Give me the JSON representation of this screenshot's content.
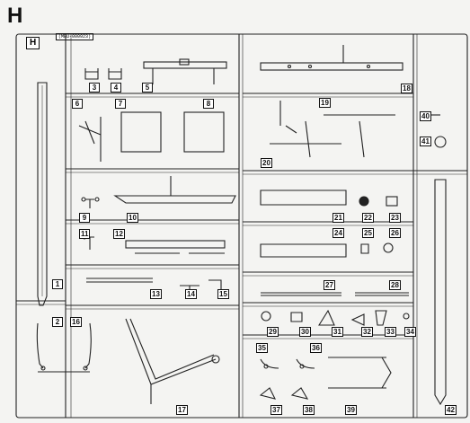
{
  "sheet": {
    "letter": "H",
    "frame_tag": "H",
    "code": "(MBU-000923)"
  },
  "parts": [
    "1",
    "2",
    "3",
    "4",
    "5",
    "6",
    "7",
    "8",
    "9",
    "10",
    "11",
    "12",
    "13",
    "14",
    "15",
    "16",
    "17",
    "18",
    "19",
    "20",
    "21",
    "22",
    "23",
    "24",
    "25",
    "26",
    "27",
    "28",
    "29",
    "30",
    "31",
    "32",
    "33",
    "34",
    "35",
    "36",
    "37",
    "38",
    "39",
    "40",
    "41",
    "42"
  ],
  "colors": {
    "line": "#222222",
    "background": "#f4f4f2",
    "label_bg": "#ffffff"
  }
}
